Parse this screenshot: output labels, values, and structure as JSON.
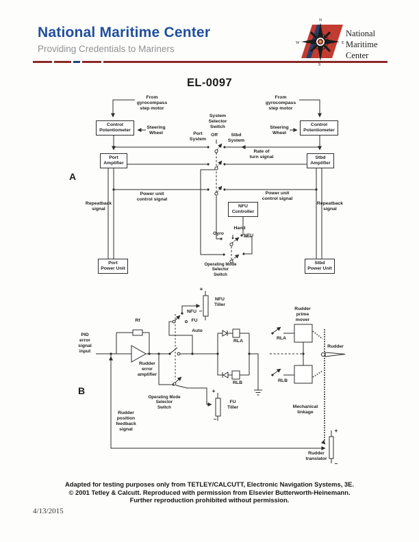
{
  "header": {
    "title": "National Maritime Center",
    "subtitle": "Providing Credentials to Mariners",
    "logo": {
      "text": "National\nMaritime\nCenter",
      "compass": {
        "n": "N",
        "s": "S",
        "e": "E",
        "w": "W"
      }
    },
    "colors": {
      "title_blue": "#1f4e9c",
      "subtitle_gray": "#909295",
      "rule_red": "#8a2724",
      "rule_blue": "#23407e",
      "logo_red": "#c23b31",
      "logo_navy": "#2a3f68"
    }
  },
  "doc_code": "EL-0097",
  "a": {
    "section": "A",
    "from_gyro_left": "From\ngyrocompass\nstep motor",
    "from_gyro_right": "From\ngyrocompass\nstep motor",
    "control_pot_left": "Control\nPotentiometer",
    "control_pot_right": "Control\nPotentiometer",
    "steering_wheel_left": "Steering\nWheel",
    "steering_wheel_right": "Steering\nWheel",
    "system_selector": "System\nSelector\nSwitch",
    "off": "Off",
    "port_system": "Port\nSystem",
    "stbd_system": "Stbd\nSystem",
    "rate_of_turn": "Rate of\nturn signal",
    "port_amplifier": "Port\nAmplifier",
    "stbd_amplifier": "Stbd\nAmplifier",
    "power_unit_left": "Power unit\ncontrol signal",
    "power_unit_right": "Power unit\ncontrol signal",
    "repeatback_left": "Repeatback\nsignal",
    "repeatback_right": "Repeatback\nsignal",
    "nfu_controller": "NFU\nController",
    "hand": "Hand",
    "gyro": "Gyro",
    "nfu": "NFU",
    "operating_mode": "Operating Mode\nSelector\nSwitch",
    "port_power_unit": "Port\nPower Unit",
    "stbd_power_unit": "Stbd\nPower Unit"
  },
  "b": {
    "section": "B",
    "pid_input": "PID\nerror\nsignal\ninput",
    "rf": "Rf",
    "rudder_error_amp": "Rudder\nerror\namplifier",
    "nfu_pos": "NFU",
    "fu_pos": "FU",
    "auto_pos": "Auto",
    "nfu_tiller": "NFU\nTiller",
    "nfu_tiller_plus": "+",
    "nfu_tiller_minus": "–",
    "fu_tiller": "FU\nTiller",
    "fu_tiller_plus": "+",
    "fu_tiller_minus": "–",
    "operating_mode": "Operating Mode\nSelector\nSwitch",
    "rla_coil": "RLA",
    "rlb_coil": "RLB",
    "rla_contact": "RLA",
    "rlb_contact": "RLB",
    "rudder_prime_mover": "Rudder\nprime\nmover",
    "rudder": "Rudder",
    "mechanical_linkage": "Mechanical\nlinkage",
    "rudder_feedback": "Rudder\nposition\nfeedback\nsignal",
    "rudder_translator": "Rudder\ntranslator",
    "translator_plus": "+",
    "translator_minus": "–"
  },
  "footer": {
    "line1": "Adapted for testing purposes only from TETLEY/CALCUTT, Electronic Navigation Systems, 3E.",
    "line2": "© 2001 Tetley & Calcutt. Reproduced with permission from Elsevier Butterworth-Heinemann.",
    "line3": "Further reproduction prohibited without permission.",
    "date": "4/13/2015"
  }
}
